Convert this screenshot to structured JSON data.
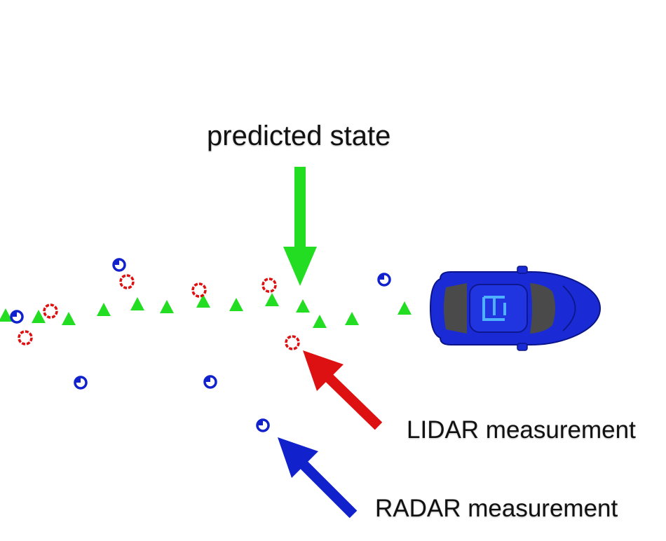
{
  "labels": {
    "predicted": "predicted state",
    "lidar": "LIDAR measurement",
    "radar": "RADAR measurement"
  },
  "colors": {
    "predicted": "#22dd22",
    "lidar": "#dd1111",
    "radar": "#1122cc",
    "car_body": "#1a2bd6",
    "car_glass": "#4a4a4a"
  },
  "icons": {
    "predicted_marker": "triangle-icon",
    "lidar_marker": "circle-icon",
    "radar_marker": "circle-with-wedge-icon",
    "vehicle": "car-icon"
  }
}
